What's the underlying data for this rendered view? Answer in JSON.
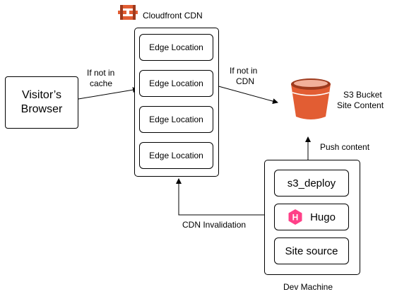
{
  "cloudfront": {
    "title": "Cloudfront CDN",
    "edges": [
      "Edge Location",
      "Edge Location",
      "Edge Location",
      "Edge Location"
    ]
  },
  "browser": {
    "line1": "Visitor’s",
    "line2": "Browser"
  },
  "s3": {
    "line1": "S3 Bucket",
    "line2": "Site Content"
  },
  "dev": {
    "title": "Dev Machine",
    "items": {
      "deploy": "s3_deploy",
      "hugo": "Hugo",
      "hugo_logo": "H",
      "source": "Site source"
    }
  },
  "edge_labels": {
    "cache_1": "If not in",
    "cache_2": "cache",
    "cdn_1": "If not in",
    "cdn_2": "CDN",
    "push": "Push content",
    "invalidation": "CDN Invalidation"
  },
  "colors": {
    "aws_orange": "#e25d33",
    "aws_dark": "#9e3a1d",
    "hugo_pink": "#ff4088"
  }
}
